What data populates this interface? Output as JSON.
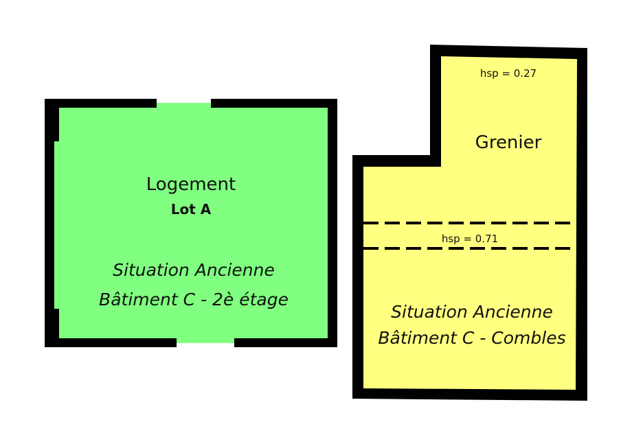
{
  "rooms": {
    "logement": {
      "name": "Logement",
      "lot": "Lot A",
      "situation_line1": "Situation Ancienne",
      "situation_line2": "Bâtiment C - 2è étage",
      "fill_color": "#80ff80"
    },
    "grenier": {
      "name": "Grenier",
      "hsp_top": "hsp = 0.27",
      "hsp_middle": "hsp = 0.71",
      "situation_line1": "Situation Ancienne",
      "situation_line2": "Bâtiment C - Combles",
      "fill_color": "#ffff80"
    }
  },
  "colors": {
    "wall": "#000000",
    "background": "#ffffff"
  }
}
